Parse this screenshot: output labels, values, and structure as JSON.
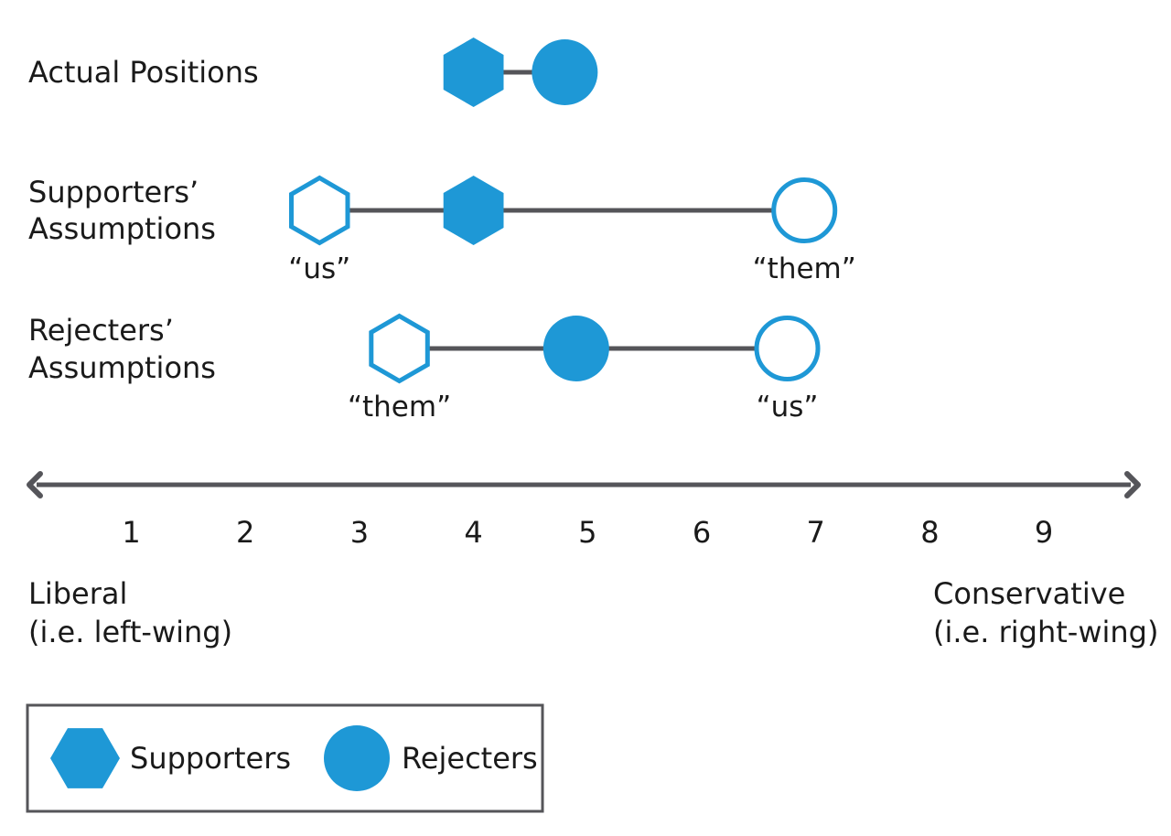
{
  "chart_data": {
    "type": "scatter",
    "rows": [
      {
        "label_lines": [
          "Actual Positions"
        ],
        "points": [
          {
            "group": "Supporters",
            "x": 4.0,
            "filled": true
          },
          {
            "group": "Rejecters",
            "x": 4.8,
            "filled": true
          }
        ]
      },
      {
        "label_lines": [
          "Supporters’",
          "Assumptions"
        ],
        "points": [
          {
            "group": "Supporters",
            "x": 2.65,
            "filled": false,
            "annotation": "“us”"
          },
          {
            "group": "Supporters",
            "x": 4.0,
            "filled": true
          },
          {
            "group": "Rejecters",
            "x": 6.9,
            "filled": false,
            "annotation": "“them”"
          }
        ]
      },
      {
        "label_lines": [
          "Rejecters’",
          "Assumptions"
        ],
        "points": [
          {
            "group": "Supporters",
            "x": 3.35,
            "filled": false,
            "annotation": "“them”"
          },
          {
            "group": "Rejecters",
            "x": 4.9,
            "filled": true
          },
          {
            "group": "Rejecters",
            "x": 6.75,
            "filled": false,
            "annotation": "“us”"
          }
        ]
      }
    ],
    "x_ticks": [
      1,
      2,
      3,
      4,
      5,
      6,
      7,
      8,
      9
    ],
    "xlim": [
      0,
      10
    ],
    "axis_left_label": [
      "Liberal",
      "(i.e. left-wing)"
    ],
    "axis_right_label": [
      "Conservative",
      "(i.e. right-wing)"
    ],
    "legend": [
      {
        "name": "Supporters",
        "shape": "hexagon"
      },
      {
        "name": "Rejecters",
        "shape": "circle"
      }
    ],
    "colors": {
      "marker": "#1e98d6",
      "connector": "#555559",
      "axis": "#55555a",
      "legend_border": "#555559"
    }
  }
}
